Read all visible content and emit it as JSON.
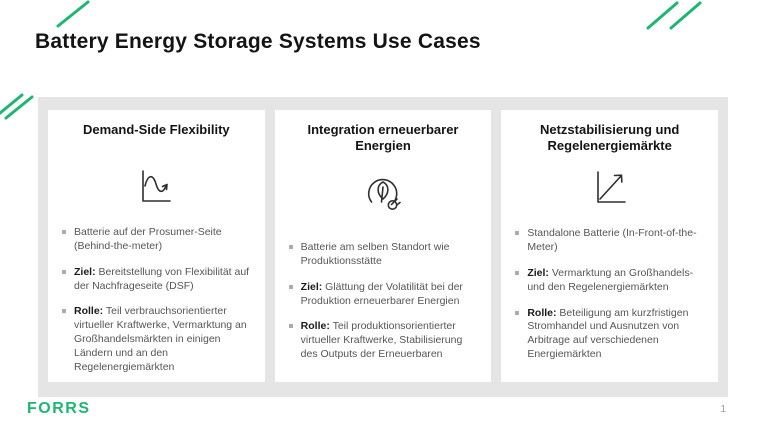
{
  "slide": {
    "title": "Battery Energy Storage Systems Use Cases",
    "logo_text": "FORRS",
    "page_number": "1"
  },
  "colors": {
    "brand_green": "#1fb573",
    "panel_gray": "#e5e5e5",
    "title_text": "#141414",
    "body_text": "#565656"
  },
  "icons": [
    "demand-wave-chart-icon",
    "renewable-leaf-plug-icon",
    "uptrend-arrow-chart-icon"
  ],
  "cards": [
    {
      "title": "Demand-Side Flexibility",
      "icon": "demand-wave-chart-icon",
      "bullets": [
        {
          "prefix": "",
          "text": "Batterie auf der Prosumer-Seite (Behind-the-meter)"
        },
        {
          "prefix": "Ziel:",
          "text": " Bereitstellung von Flexibilität auf der Nachfrageseite (DSF)"
        },
        {
          "prefix": "Rolle:",
          "text": " Teil verbrauchsorientierter virtueller Kraftwerke, Vermarktung an Großhandelsmärkten in einigen Ländern und an den Regelenergiemärkten"
        }
      ]
    },
    {
      "title": "Integration erneuerbarer Energien",
      "icon": "renewable-leaf-plug-icon",
      "bullets": [
        {
          "prefix": "",
          "text": "Batterie am selben Standort wie Produktionsstätte"
        },
        {
          "prefix": "Ziel:",
          "text": " Glättung der Volatilität bei der Produktion erneuerbarer Energien"
        },
        {
          "prefix": "Rolle:",
          "text": " Teil produktionsorientierter virtueller Kraftwerke, Stabilisierung des Outputs der Erneuerbaren"
        }
      ]
    },
    {
      "title": "Netzstabilisierung und Regelenergiemärkte",
      "icon": "uptrend-arrow-chart-icon",
      "bullets": [
        {
          "prefix": "",
          "text": "Standalone Batterie (In-Front-of-the-Meter)"
        },
        {
          "prefix": "Ziel:",
          "text": " Vermarktung an Großhandels- und den Regelenergiemärkten"
        },
        {
          "prefix": "Rolle:",
          "text": " Beteiligung am kurzfristigen Stromhandel und Ausnutzen von Arbitrage auf verschiedenen Energiemärkten"
        }
      ]
    }
  ]
}
